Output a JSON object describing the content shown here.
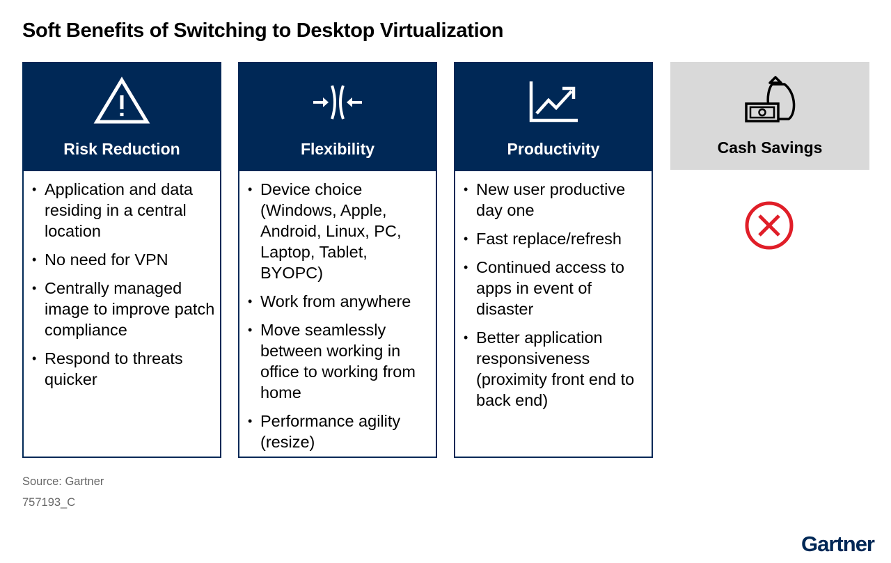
{
  "title": "Soft Benefits of Switching to Desktop Virtualization",
  "colors": {
    "navy": "#002856",
    "gray_header": "#d9d9d9",
    "red_x": "#e01e28",
    "footer_text": "#666666"
  },
  "cards": [
    {
      "icon": "warning-triangle-icon",
      "title": "Risk Reduction",
      "items": [
        "Application and data residing in a central location",
        "No need for VPN",
        "Centrally managed image to improve patch compliance",
        "Respond to threats quicker"
      ]
    },
    {
      "icon": "arrows-inward-icon",
      "title": "Flexibility",
      "items": [
        "Device choice (Windows, Apple, Android, Linux, PC, Laptop, Tablet, BYOPC)",
        "Work from anywhere",
        "Move seamlessly between working in office to working from home",
        "Performance agility (resize)"
      ]
    },
    {
      "icon": "trend-up-chart-icon",
      "title": "Productivity",
      "items": [
        "New user productive day one",
        "Fast replace/refresh",
        "Continued access to apps in event of disaster",
        "Better application responsiveness (proximity front end to back end)"
      ]
    },
    {
      "icon": "money-bag-icon",
      "title": "Cash Savings",
      "items": [],
      "status_icon": "red-x-circle-icon"
    }
  ],
  "footer": {
    "source": "Source: Gartner",
    "code": "757193_C",
    "logo": "Gartner"
  }
}
